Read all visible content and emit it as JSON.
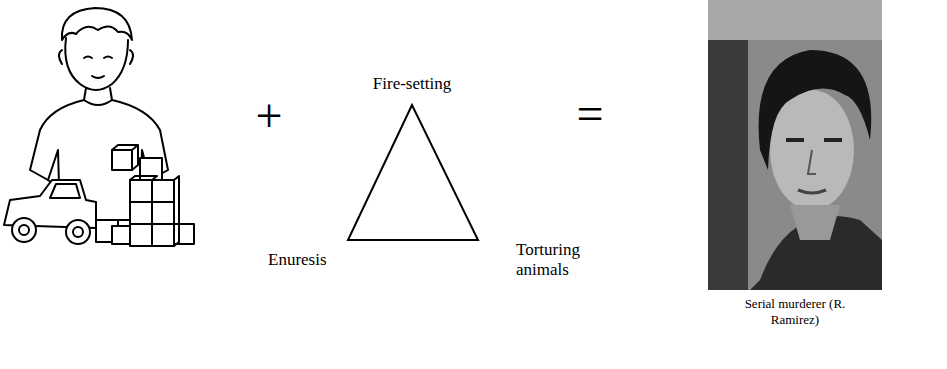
{
  "diagram": {
    "labels": [
      "+",
      "Fire-setting",
      "Enuresis",
      "Torturing animals",
      "=",
      "Serial murderer (R. Ramirez)"
    ]
  }
}
